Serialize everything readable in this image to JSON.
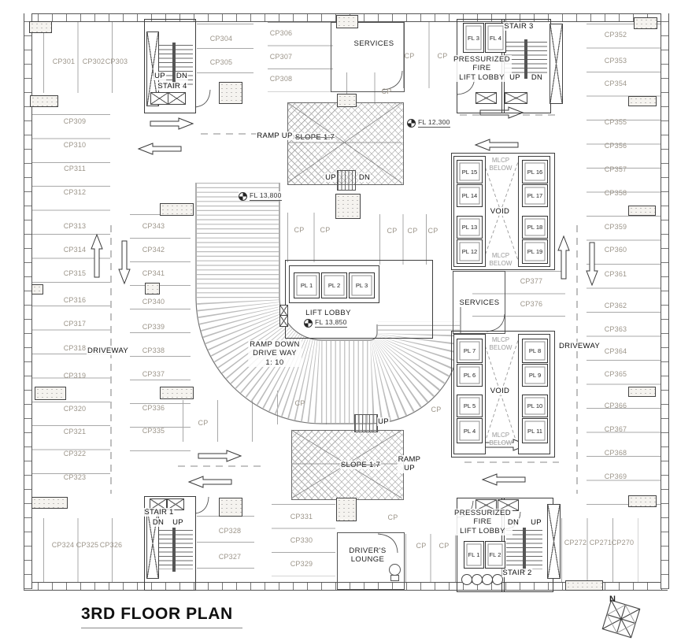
{
  "title": "3RD FLOOR PLAN",
  "north_label": "N",
  "colors": {
    "line": "#555555",
    "stall_text": "#9c958a",
    "label_text": "#1c1c1c",
    "hatch": "#b8b8b8"
  },
  "stalls": [
    [
      "CP301",
      81,
      73
    ],
    [
      "CP302",
      119,
      73
    ],
    [
      "CP303",
      148,
      73
    ],
    [
      "CP304",
      281,
      44
    ],
    [
      "CP305",
      281,
      74
    ],
    [
      "CP306",
      357,
      37
    ],
    [
      "CP307",
      357,
      67
    ],
    [
      "CP308",
      357,
      95
    ],
    [
      "CP",
      520,
      66
    ],
    [
      "CP",
      562,
      66
    ],
    [
      "CP",
      491,
      111
    ],
    [
      "CP352",
      782,
      39
    ],
    [
      "CP353",
      782,
      72
    ],
    [
      "CP354",
      782,
      101
    ],
    [
      "CP355",
      782,
      150
    ],
    [
      "CP356",
      782,
      180
    ],
    [
      "CP357",
      782,
      210
    ],
    [
      "CP358",
      782,
      240
    ],
    [
      "CP359",
      782,
      283
    ],
    [
      "CP360",
      782,
      312
    ],
    [
      "CP361",
      782,
      343
    ],
    [
      "CP362",
      782,
      383
    ],
    [
      "CP363",
      782,
      413
    ],
    [
      "CP364",
      782,
      441
    ],
    [
      "CP365",
      782,
      470
    ],
    [
      "CP366",
      782,
      510
    ],
    [
      "CP367",
      782,
      540
    ],
    [
      "CP368",
      782,
      570
    ],
    [
      "CP369",
      782,
      600
    ],
    [
      "CP309",
      95,
      149
    ],
    [
      "CP310",
      95,
      179
    ],
    [
      "CP311",
      95,
      209
    ],
    [
      "CP312",
      95,
      239
    ],
    [
      "CP313",
      95,
      282
    ],
    [
      "CP314",
      95,
      312
    ],
    [
      "CP315",
      95,
      342
    ],
    [
      "CP316",
      95,
      376
    ],
    [
      "CP317",
      95,
      406
    ],
    [
      "CP318",
      95,
      437
    ],
    [
      "CP319",
      95,
      472
    ],
    [
      "CP320",
      95,
      514
    ],
    [
      "CP321",
      95,
      543
    ],
    [
      "CP322",
      95,
      571
    ],
    [
      "CP323",
      95,
      601
    ],
    [
      "CP343",
      195,
      282
    ],
    [
      "CP342",
      195,
      312
    ],
    [
      "CP341",
      195,
      342
    ],
    [
      "CP340",
      195,
      378
    ],
    [
      "CP339",
      195,
      410
    ],
    [
      "CP338",
      195,
      440
    ],
    [
      "CP337",
      195,
      470
    ],
    [
      "CP336",
      195,
      513
    ],
    [
      "CP335",
      195,
      542
    ],
    [
      "CP",
      380,
      287
    ],
    [
      "CP",
      413,
      287
    ],
    [
      "CP",
      498,
      288
    ],
    [
      "CP",
      524,
      288
    ],
    [
      "CP",
      550,
      288
    ],
    [
      "CP377",
      675,
      352
    ],
    [
      "CP376",
      675,
      381
    ],
    [
      "CP",
      258,
      532
    ],
    [
      "CP",
      381,
      507
    ],
    [
      "CP",
      554,
      515
    ],
    [
      "CP331",
      383,
      651
    ],
    [
      "CP330",
      383,
      681
    ],
    [
      "CP329",
      383,
      711
    ],
    [
      "CP",
      499,
      652
    ],
    [
      "CP",
      535,
      688
    ],
    [
      "CP",
      564,
      688
    ],
    [
      "CP324",
      80,
      687
    ],
    [
      "CP325",
      111,
      687
    ],
    [
      "CP326",
      141,
      687
    ],
    [
      "CP328",
      292,
      669
    ],
    [
      "CP327",
      292,
      702
    ],
    [
      "CP272",
      731,
      684
    ],
    [
      "CP271",
      763,
      684
    ],
    [
      "CP270",
      791,
      684
    ]
  ],
  "rooms": [
    [
      "SERVICES",
      475,
      50
    ],
    [
      "SERVICES",
      609,
      379
    ],
    [
      "LIFT LOBBY",
      417,
      392
    ],
    [
      "DRIVER'S\nLOUNGE",
      467,
      694
    ],
    [
      "PRESSURIZED\nFIRE\nLIFT LOBBY",
      612,
      70
    ],
    [
      "PRESSURIZED\nFIRE\nLIFT LOBBY",
      613,
      646
    ],
    [
      "RAMP DOWN\nDRIVE WAY\n1: 10",
      349,
      432
    ]
  ],
  "smalls": [
    [
      "UP",
      203,
      91
    ],
    [
      "DN",
      231,
      91
    ],
    [
      "STAIR 4",
      219,
      104
    ],
    [
      "STAIR 3",
      659,
      28
    ],
    [
      "UP",
      654,
      93
    ],
    [
      "DN",
      682,
      93
    ],
    [
      "UP",
      420,
      220
    ],
    [
      "DN",
      463,
      220
    ],
    [
      "RAMP UP",
      349,
      167
    ],
    [
      "DRIVEWAY",
      137,
      440
    ],
    [
      "DRIVEWAY",
      736,
      434
    ],
    [
      "VOID",
      635,
      263
    ],
    [
      "VOID",
      635,
      491
    ],
    [
      "UP",
      487,
      530
    ],
    [
      "RAMP\nUP",
      520,
      578
    ],
    [
      "STAIR 1",
      202,
      645
    ],
    [
      "DN",
      201,
      658
    ],
    [
      "UP",
      226,
      658
    ],
    [
      "DN",
      652,
      658
    ],
    [
      "UP",
      681,
      658
    ],
    [
      "STAIR 2",
      657,
      722
    ]
  ],
  "slopes": [
    [
      "SLOPE 1:7",
      400,
      169
    ],
    [
      "SLOPE 1:7",
      458,
      585
    ]
  ],
  "grays": [
    [
      "MLCP\nBELOW",
      636,
      199
    ],
    [
      "MLCP\nBELOW",
      636,
      320
    ],
    [
      "MLCP\nBELOW",
      636,
      427
    ],
    [
      "MLCP\nBELOW",
      636,
      548
    ]
  ],
  "lifts": [
    [
      "PL 1",
      373,
      346,
      31,
      31
    ],
    [
      "PL 2",
      408,
      346,
      31,
      31
    ],
    [
      "PL 3",
      443,
      346,
      31,
      31
    ],
    [
      "PL 15",
      580,
      203,
      31,
      28
    ],
    [
      "PL 14",
      580,
      234,
      31,
      27
    ],
    [
      "PL 13",
      580,
      274,
      31,
      27
    ],
    [
      "PL 12",
      580,
      304,
      31,
      29
    ],
    [
      "PL 16",
      663,
      203,
      31,
      28
    ],
    [
      "PL 17",
      663,
      234,
      31,
      27
    ],
    [
      "PL 18",
      663,
      274,
      31,
      27
    ],
    [
      "PL 19",
      663,
      304,
      31,
      29
    ],
    [
      "PL 7",
      580,
      430,
      31,
      29
    ],
    [
      "PL 6",
      580,
      462,
      31,
      27
    ],
    [
      "PL 5",
      580,
      501,
      31,
      27
    ],
    [
      "PL 4",
      580,
      531,
      31,
      30
    ],
    [
      "PL 8",
      663,
      430,
      31,
      29
    ],
    [
      "PL 9",
      663,
      462,
      31,
      27
    ],
    [
      "PL 10",
      663,
      501,
      31,
      27
    ],
    [
      "PL 11",
      663,
      531,
      31,
      30
    ],
    [
      "FL 3",
      588,
      29,
      25,
      36
    ],
    [
      "FL 4",
      616,
      29,
      25,
      36
    ],
    [
      "FL 1",
      589,
      687,
      24,
      33
    ],
    [
      "FL 2",
      616,
      687,
      24,
      33
    ]
  ],
  "levels": [
    [
      "FL 12,300",
      517,
      150
    ],
    [
      "FL 13,800",
      303,
      243
    ],
    [
      "FL 13,850",
      386,
      404
    ]
  ],
  "piers": [
    [
      37,
      27,
      27,
      13
    ],
    [
      38,
      121,
      34,
      13
    ],
    [
      278,
      104,
      28,
      26
    ],
    [
      427,
      19,
      26,
      15
    ],
    [
      428,
      119,
      23,
      15
    ],
    [
      426,
      246,
      30,
      30
    ],
    [
      203,
      258,
      41,
      14
    ],
    [
      184,
      359,
      17,
      13
    ],
    [
      203,
      491,
      41,
      14
    ],
    [
      40,
      361,
      13,
      11
    ],
    [
      44,
      491,
      38,
      15
    ],
    [
      40,
      631,
      44,
      13
    ],
    [
      278,
      632,
      28,
      22
    ],
    [
      427,
      632,
      24,
      28
    ],
    [
      805,
      22,
      28,
      13
    ],
    [
      798,
      122,
      34,
      11
    ],
    [
      798,
      261,
      33,
      11
    ],
    [
      798,
      491,
      33,
      11
    ],
    [
      798,
      629,
      34,
      13
    ],
    [
      718,
      737,
      46,
      11
    ]
  ],
  "xshafts": [
    [
      186,
      40,
      14,
      93
    ],
    [
      698,
      30,
      15,
      100
    ],
    [
      186,
      645,
      14,
      88
    ],
    [
      695,
      640,
      15,
      93
    ]
  ],
  "xboxes": [
    [
      191,
      117,
      21,
      14
    ],
    [
      213,
      117,
      21,
      14
    ],
    [
      604,
      117,
      25,
      13
    ],
    [
      641,
      117,
      27,
      13
    ],
    [
      190,
      633,
      20,
      13
    ],
    [
      212,
      633,
      20,
      13
    ],
    [
      604,
      634,
      25,
      13
    ],
    [
      632,
      634,
      25,
      13
    ],
    [
      355,
      387,
      9,
      13
    ],
    [
      355,
      400,
      9,
      13
    ]
  ],
  "circles": [
    [
      586,
      729
    ],
    [
      599,
      729
    ],
    [
      612,
      729
    ],
    [
      625,
      729
    ]
  ],
  "areas": [
    [
      40,
      145,
      100,
      486,
      "h",
      30.4
    ],
    [
      745,
      30,
      100,
      611,
      "h",
      30.5
    ],
    [
      55,
      28,
      131,
      90,
      "v",
      43.6
    ],
    [
      250,
      30,
      72,
      64,
      "h",
      31
    ],
    [
      340,
      28,
      83,
      89,
      "h",
      29.5
    ],
    [
      512,
      28,
      65,
      84,
      "v",
      32.5
    ],
    [
      440,
      92,
      71,
      39,
      "v",
      35.5
    ],
    [
      165,
      272,
      77,
      301,
      "h",
      30
    ],
    [
      365,
      270,
      67,
      63,
      "v",
      33.5
    ],
    [
      482,
      272,
      89,
      64,
      "v",
      29.6
    ],
    [
      600,
      344,
      118,
      58,
      "h",
      28.5
    ],
    [
      345,
      640,
      81,
      92,
      "h",
      30.5
    ],
    [
      515,
      678,
      64,
      70,
      "v",
      31.5
    ],
    [
      713,
      658,
      98,
      89,
      "v",
      32.5
    ],
    [
      55,
      658,
      131,
      90,
      "v",
      43.6
    ],
    [
      250,
      655,
      73,
      68,
      "h",
      33
    ],
    [
      232,
      508,
      89,
      53,
      "v",
      44
    ],
    [
      352,
      496,
      63,
      43,
      "v",
      62
    ]
  ]
}
